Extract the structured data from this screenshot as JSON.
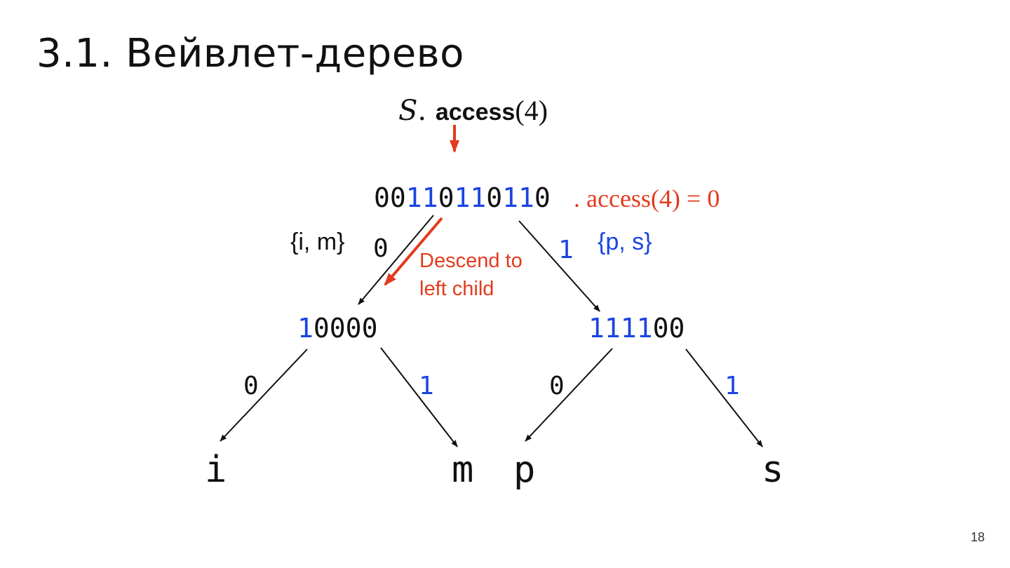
{
  "slide": {
    "title": "3.1. Вейвлет-дерево",
    "page_number": "18"
  },
  "query": {
    "var": "S",
    "dot": ".",
    "fn": "access",
    "arg": "(4)"
  },
  "root": {
    "bits": "00110110110",
    "annotation": ". access(4) = 0"
  },
  "left_set": "{i, m}",
  "right_set": "{p, s}",
  "edge_labels": {
    "root_left": "0",
    "root_right": "1",
    "left_left": "0",
    "left_right": "1",
    "right_left": "0",
    "right_right": "1"
  },
  "descend_note": {
    "line1": "Descend to",
    "line2": "left child"
  },
  "left_node": {
    "bits": "10000"
  },
  "right_node": {
    "bits": "111100"
  },
  "leaves": {
    "i": "i",
    "m": "m",
    "p": "p",
    "s": "s"
  },
  "colors": {
    "zero_bit": "#111111",
    "one_bit": "#1a44e0",
    "highlight": "#e23b1d"
  }
}
